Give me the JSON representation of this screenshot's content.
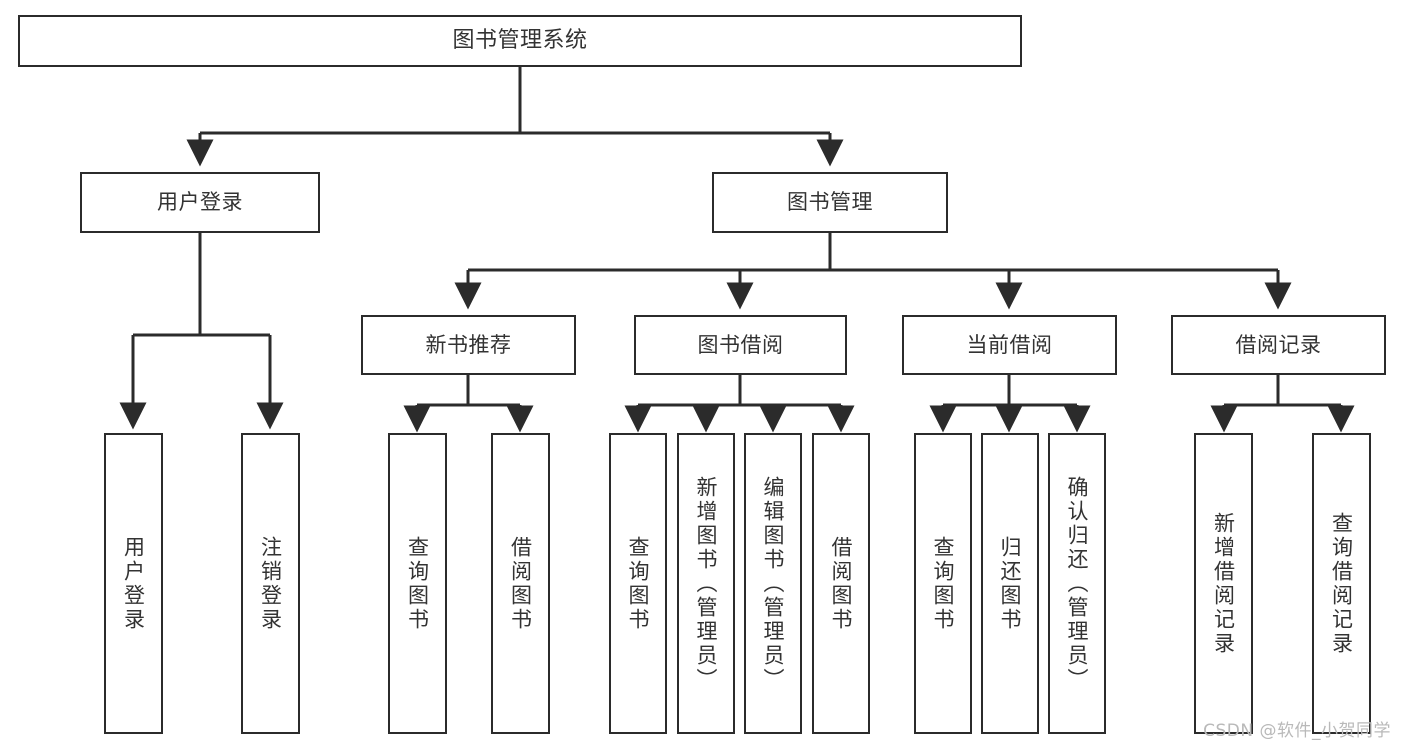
{
  "diagram": {
    "type": "tree",
    "title": "图书管理系统",
    "watermark": "CSDN @软件_小贺同学",
    "colors": {
      "box_border": "#2b2b2b",
      "box_fill": "#ffffff",
      "text": "#333333",
      "edge": "#2b2b2b",
      "watermark": "#b9b9b9",
      "background": "#ffffff"
    },
    "nodes": {
      "root": {
        "label": "图书管理系统"
      },
      "level2": [
        {
          "id": "user-login",
          "label": "用户登录"
        },
        {
          "id": "book-manage",
          "label": "图书管理"
        }
      ],
      "level3": [
        {
          "id": "new-book-recommend",
          "label": "新书推荐"
        },
        {
          "id": "book-borrow",
          "label": "图书借阅"
        },
        {
          "id": "current-borrow",
          "label": "当前借阅"
        },
        {
          "id": "borrow-record",
          "label": "借阅记录"
        }
      ],
      "leaves": {
        "user-login": [
          {
            "id": "leaf-user-login",
            "label": "用户登录"
          },
          {
            "id": "leaf-logout",
            "label": "注销登录"
          }
        ],
        "new-book-recommend": [
          {
            "id": "leaf-query-book-1",
            "label": "查询图书"
          },
          {
            "id": "leaf-borrow-book-1",
            "label": "借阅图书"
          }
        ],
        "book-borrow": [
          {
            "id": "leaf-query-book-2",
            "label": "查询图书"
          },
          {
            "id": "leaf-add-book",
            "label": "新增图书（管理员）"
          },
          {
            "id": "leaf-edit-book",
            "label": "编辑图书（管理员）"
          },
          {
            "id": "leaf-borrow-book-2",
            "label": "借阅图书"
          }
        ],
        "current-borrow": [
          {
            "id": "leaf-query-book-3",
            "label": "查询图书"
          },
          {
            "id": "leaf-return-book",
            "label": "归还图书"
          },
          {
            "id": "leaf-confirm-return",
            "label": "确认归还（管理员）"
          }
        ],
        "borrow-record": [
          {
            "id": "leaf-add-record",
            "label": "新增借阅记录"
          },
          {
            "id": "leaf-query-record",
            "label": "查询借阅记录"
          }
        ]
      }
    }
  }
}
